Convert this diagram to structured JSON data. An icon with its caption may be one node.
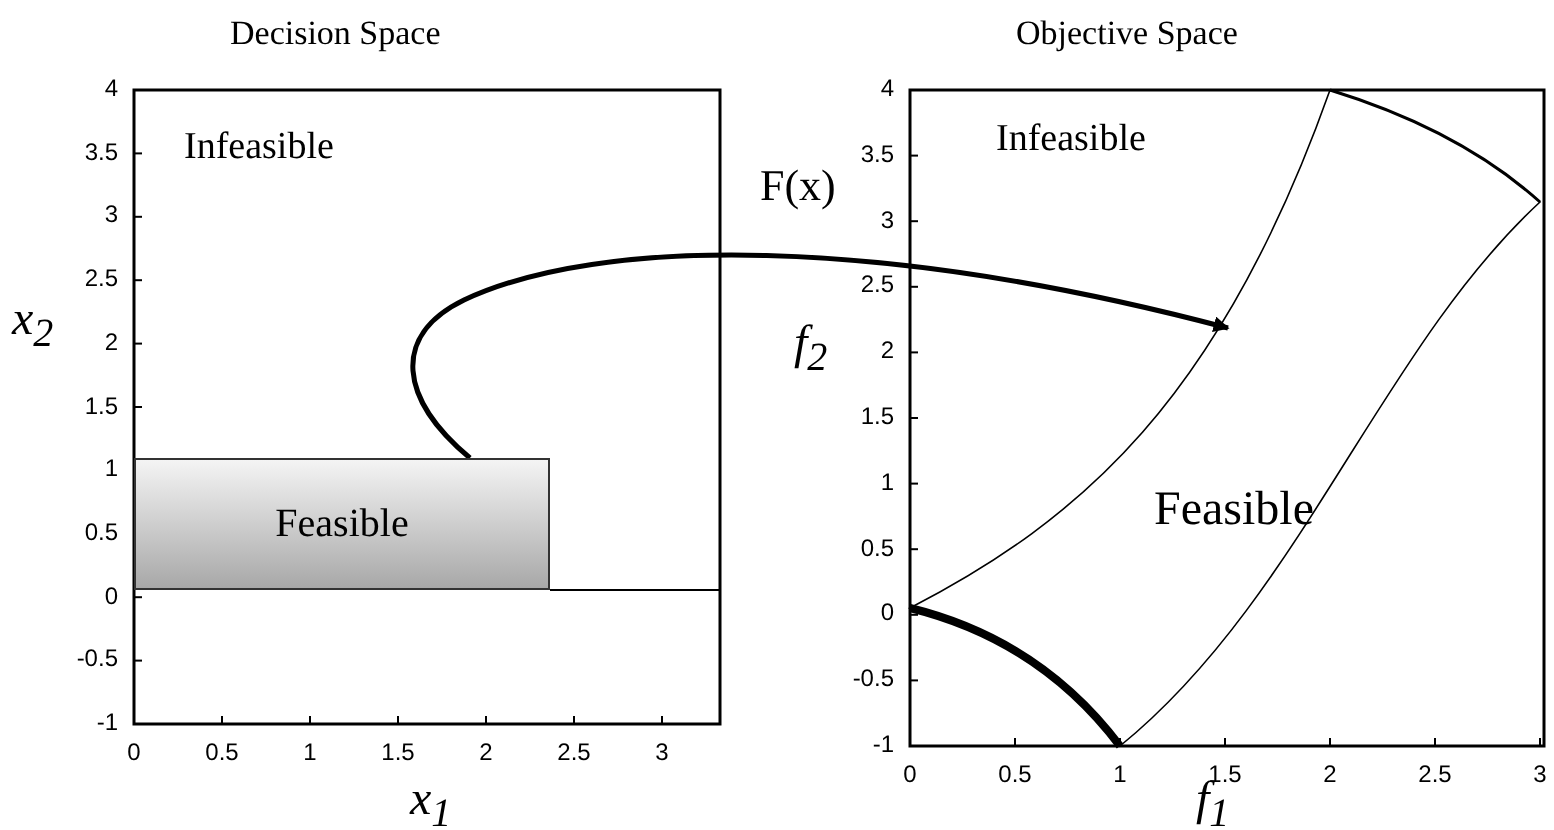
{
  "diagram": {
    "nodes": [
      {
        "text": [
          "Feasible"
        ]
      },
      {
        "text": [
          "Feasible"
        ]
      }
    ],
    "edges": [
      {
        "from": 0,
        "to": 1,
        "arrow": "to",
        "label": "F(x)"
      }
    ],
    "labels": [
      "Decision Space",
      "Objective Space",
      "Infeasible",
      "Infeasible",
      "4",
      "3.5",
      "3",
      "2.5",
      "2",
      "1.5",
      "1",
      "0.5",
      "0",
      "-0.5",
      "-1",
      "0",
      "0.5",
      "1",
      "1.5",
      "2",
      "2.5",
      "3",
      "x$_{2}$",
      "x$_{1}$",
      "4",
      "3.5",
      "3",
      "2.5",
      "2",
      "1.5",
      "1",
      "0.5",
      "0",
      "-0.5",
      "-1",
      "0",
      "0.5",
      "1",
      "1.5",
      "2",
      "2.5",
      "3",
      "f$_{2}$",
      "f$_{1}$"
    ]
  }
}
